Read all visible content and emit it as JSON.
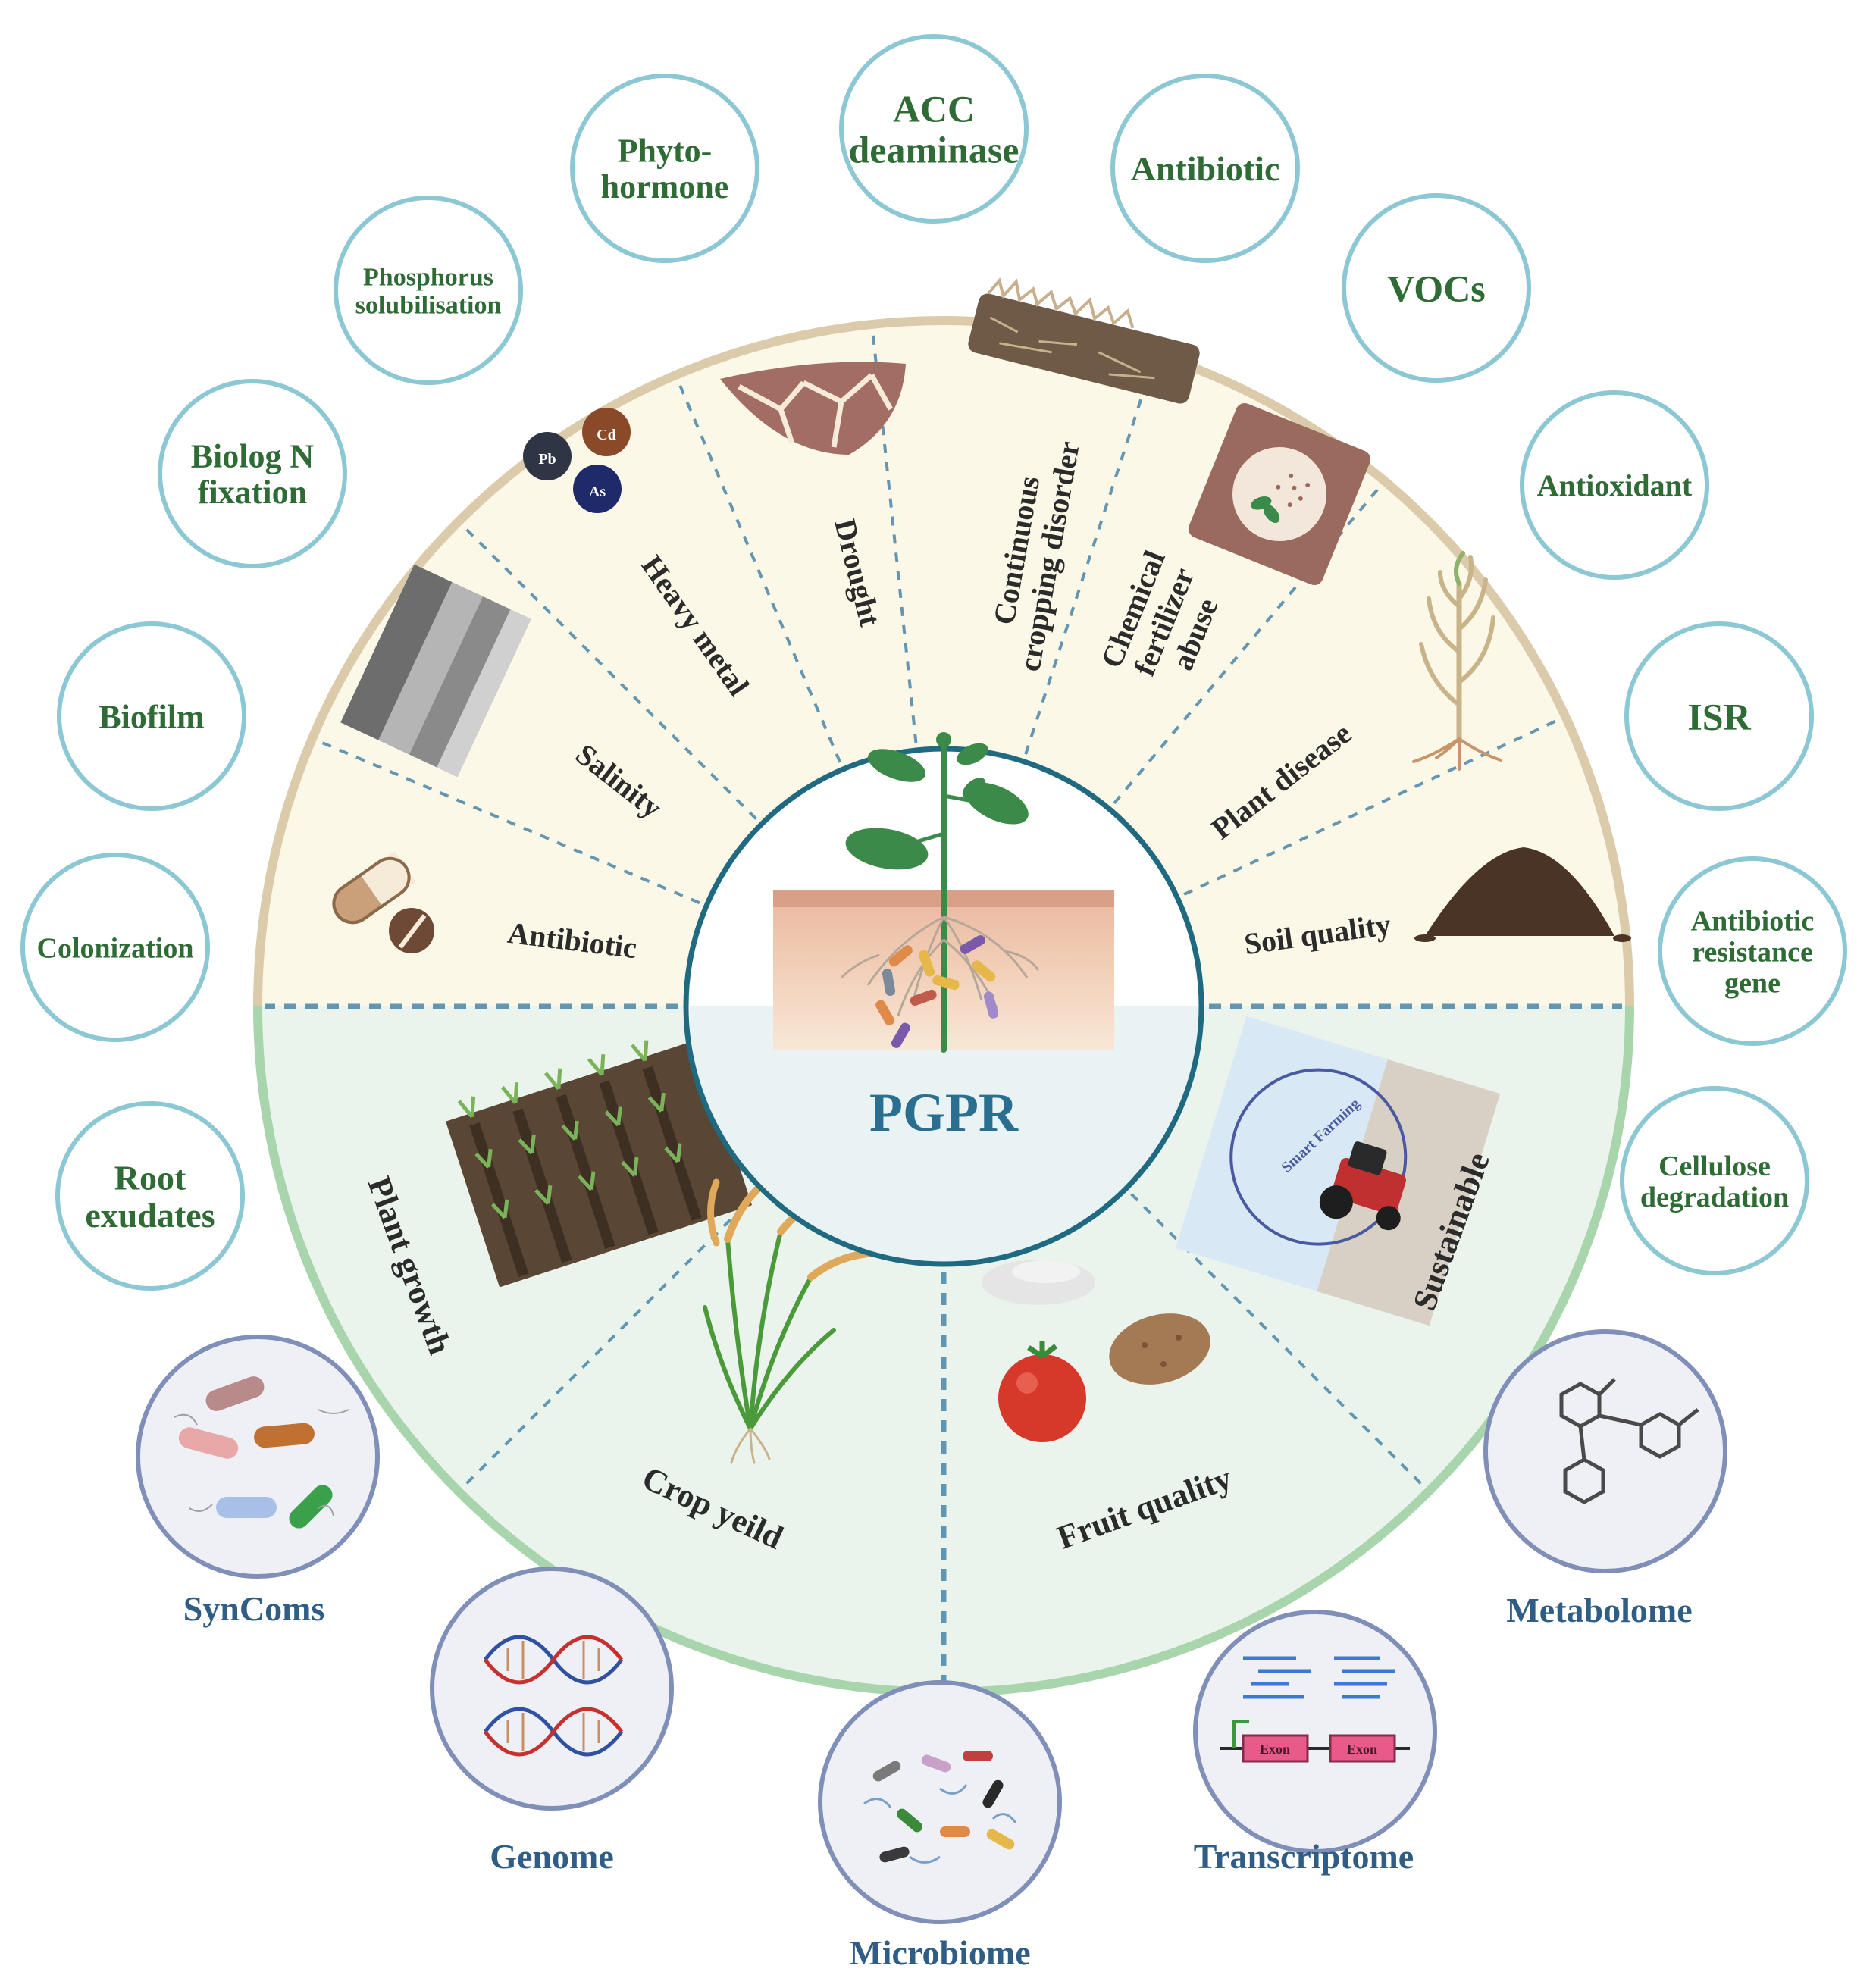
{
  "center": {
    "label": "PGPR"
  },
  "traits": [
    {
      "id": "acc",
      "lines": [
        "ACC",
        "deaminase"
      ]
    },
    {
      "id": "antibiotic-trait",
      "lines": [
        "Antibiotic"
      ]
    },
    {
      "id": "vocs",
      "lines": [
        "VOCs"
      ]
    },
    {
      "id": "antioxidant",
      "lines": [
        "Antioxidant"
      ]
    },
    {
      "id": "isr",
      "lines": [
        "ISR"
      ]
    },
    {
      "id": "arg",
      "lines": [
        "Antibiotic",
        "resistance",
        "gene"
      ]
    },
    {
      "id": "cellulose",
      "lines": [
        "Cellulose",
        "degradation"
      ]
    },
    {
      "id": "root-exudates",
      "lines": [
        "Root",
        "exudates"
      ]
    },
    {
      "id": "colonization",
      "lines": [
        "Colonization"
      ]
    },
    {
      "id": "biofilm",
      "lines": [
        "Biofilm"
      ]
    },
    {
      "id": "n-fixation",
      "lines": [
        "Biolog N",
        "fixation"
      ]
    },
    {
      "id": "phosphorus",
      "lines": [
        "Phosphorus",
        "solubilisation"
      ]
    },
    {
      "id": "phytohormone",
      "lines": [
        "Phyto-",
        "hormone"
      ]
    }
  ],
  "stresses": [
    {
      "id": "antibiotic-stress",
      "lines": [
        "Antibiotic"
      ]
    },
    {
      "id": "salinity",
      "lines": [
        "Salinity"
      ]
    },
    {
      "id": "heavy-metal",
      "lines": [
        "Heavy metal"
      ]
    },
    {
      "id": "drought",
      "lines": [
        "Drought"
      ]
    },
    {
      "id": "continuous-cropping",
      "lines": [
        "Continuous",
        "cropping disorder"
      ]
    },
    {
      "id": "fertilizer-abuse",
      "lines": [
        "Chemical",
        "fertilizer",
        "abuse"
      ]
    },
    {
      "id": "plant-disease",
      "lines": [
        "Plant disease"
      ]
    },
    {
      "id": "soil-quality",
      "lines": [
        "Soil quality"
      ]
    }
  ],
  "heavy_metal_symbols": [
    "Pb",
    "Cd",
    "As"
  ],
  "benefits": [
    {
      "id": "plant-growth",
      "lines": [
        "Plant growth"
      ]
    },
    {
      "id": "crop-yield",
      "lines": [
        "Crop yeild"
      ]
    },
    {
      "id": "fruit-quality",
      "lines": [
        "Fruit quality"
      ]
    },
    {
      "id": "sustainable",
      "lines": [
        "Sustainable"
      ]
    }
  ],
  "omics": [
    {
      "id": "syncoms",
      "label": "SynComs"
    },
    {
      "id": "genome",
      "label": "Genome"
    },
    {
      "id": "microbiome",
      "label": "Microbiome"
    },
    {
      "id": "transcriptome",
      "label": "Transcriptome"
    },
    {
      "id": "metabolome",
      "label": "Metabolome"
    }
  ],
  "exon_labels": [
    "Exon",
    "Exon"
  ],
  "tractor_sign": "Smart Farming",
  "colors": {
    "trait_text": "#2e6b35",
    "trait_border": "#8cc7d4",
    "upper_fill": "#fcf8e8",
    "upper_ring": "#dccbaa",
    "lower_fill": "#eaf4ec",
    "lower_ring": "#a9d5ad",
    "center_ring": "#1f6a80",
    "omics_border": "#7f8fb8",
    "omics_text": "#2f5d86"
  }
}
